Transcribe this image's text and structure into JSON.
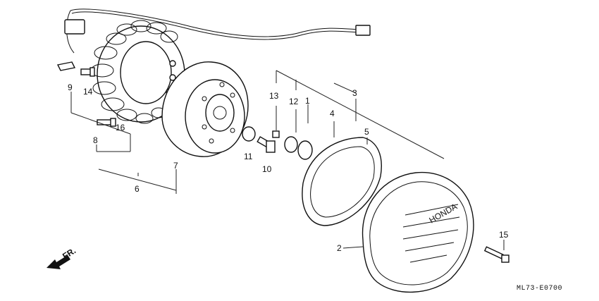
{
  "diagram": {
    "code": "ML73-E0700",
    "direction_label": "FR.",
    "cover_brand": "HONDA",
    "callouts": [
      "1",
      "2",
      "3",
      "4",
      "5",
      "6",
      "7",
      "8",
      "9",
      "10",
      "11",
      "12",
      "13",
      "14",
      "15",
      "16"
    ]
  }
}
